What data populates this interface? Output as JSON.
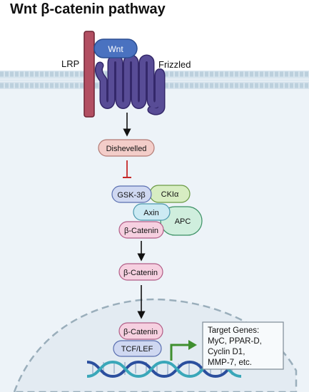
{
  "title": "Wnt β-catenin pathway",
  "labels": {
    "wnt": "Wnt",
    "lrp": "LRP",
    "frizzled": "Frizzled",
    "dishevelled": "Dishevelled",
    "gsk3b": "GSK-3β",
    "ckia": "CKIα",
    "axin": "Axin",
    "apc": "APC",
    "bcatenin_complex": "β-Catenin",
    "bcatenin_cytoplasm": "β-Catenin",
    "bcatenin_nucleus": "β-Catenin",
    "tcf_lef": "TCF/LEF",
    "target_genes": [
      "Target Genes:",
      "MyC, PPAR-D,",
      "Cyclin D1,",
      "MMP-7, etc."
    ]
  },
  "colors": {
    "membrane": "#c9dbe6",
    "cytoplasm": "#edf3f8",
    "receptor": "#584c96",
    "lrp": "#b24f62",
    "wnt": "#4a72c0",
    "dishevelled": "#f3cdc9",
    "gsk3b": "#cfd8f1",
    "ckia": "#d7edc2",
    "axin": "#cceaf3",
    "apc": "#cfeedd",
    "bcatenin": "#f6d0e0",
    "tcf_lef": "#cfd8f1",
    "dna_blue": "#2b4f9e",
    "dna_teal": "#3aa7b9",
    "promoter_arrow": "#3f8f2f",
    "inhibition": "#c62828"
  },
  "icons": [
    "activation-arrow",
    "inhibition-bar",
    "transcription-arrow",
    "dna-helix"
  ]
}
